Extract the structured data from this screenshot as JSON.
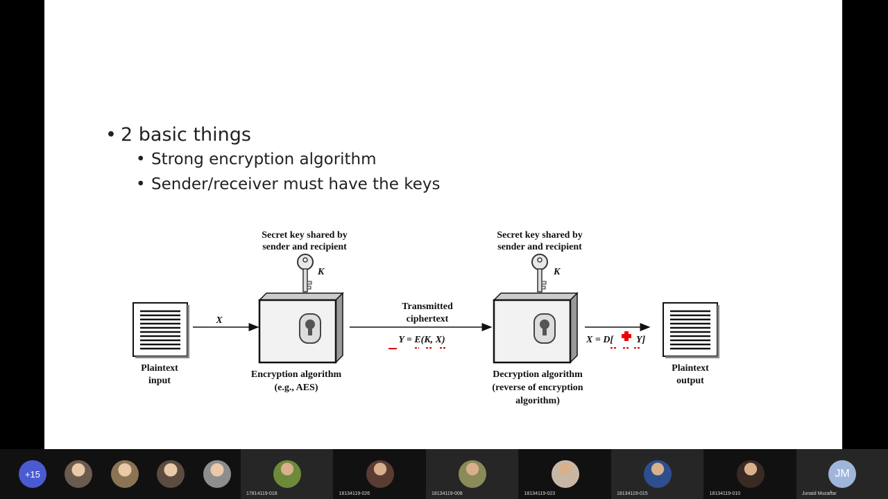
{
  "slide": {
    "bullets": [
      {
        "text": "2 basic things",
        "children": [
          "Strong encryption algorithm",
          "Sender/receiver must have the keys"
        ]
      }
    ],
    "diagram": {
      "secret_key_line1": "Secret key shared by",
      "secret_key_line2": "sender and recipient",
      "key_symbol": "K",
      "x_symbol": "X",
      "plaintext_input_1": "Plaintext",
      "plaintext_input_2": "input",
      "encryption_1": "Encryption algorithm",
      "encryption_2": "(e.g., AES)",
      "transmitted_1": "Transmitted",
      "transmitted_2": "ciphertext",
      "y_formula": "Y = E(K, X)",
      "decryption_1": "Decryption algorithm",
      "decryption_2": "(reverse of encryption",
      "decryption_3": "algorithm)",
      "x_formula_left": "X = D[",
      "x_formula_right": "Y]",
      "plaintext_output_1": "Plaintext",
      "plaintext_output_2": "output"
    }
  },
  "participants": {
    "overflow_count": "+15",
    "avatars": [
      {
        "icon": "avatar-photo",
        "color": "#6b5a4e"
      },
      {
        "icon": "avatar-photo",
        "color": "#8a7454"
      },
      {
        "icon": "avatar-photo",
        "color": "#5b4c3f"
      },
      {
        "icon": "avatar-photo",
        "color": "#8d8d8d"
      }
    ],
    "tiles": [
      {
        "name": "17814119-018",
        "color": "#6d8a3a"
      },
      {
        "name": "18134119-026",
        "color": "#5a3c33"
      },
      {
        "name": "18134119-008",
        "color": "#8a8a5a"
      },
      {
        "name": "18134119-023",
        "color": "#c9b7a5"
      },
      {
        "name": "18134119-015",
        "color": "#2e4f8f"
      },
      {
        "name": "18134119-010",
        "color": "#3a2a24"
      }
    ],
    "host": {
      "initials": "JM",
      "name": "Junaid Muzaffar"
    }
  }
}
